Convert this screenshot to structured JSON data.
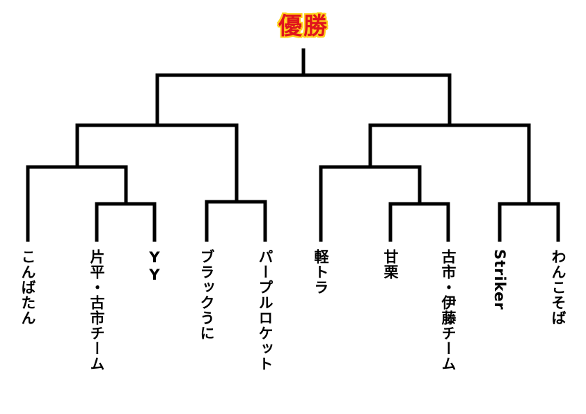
{
  "title": "優勝",
  "colors": {
    "line": "#000000",
    "title_fill": "#e0141c",
    "title_outline": "#ffd21c"
  },
  "teams": [
    "こんばたん",
    "片平・古市チーム",
    "ΥΥ",
    "ブラックうに",
    "パープルロケット",
    "軽トラ",
    "甘栗",
    "古市・伊藤チーム",
    "Striker",
    "わんこそば"
  ]
}
